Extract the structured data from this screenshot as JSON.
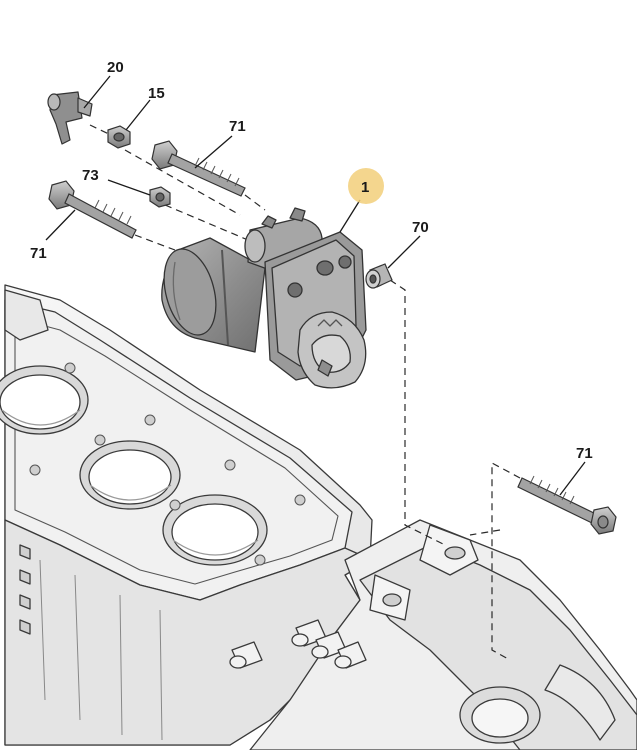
{
  "callouts": {
    "c20": "20",
    "c15": "15",
    "c71_top": "71",
    "c73": "73",
    "c1": "1",
    "c70": "70",
    "c71_left": "71",
    "c71_right": "71"
  },
  "colors": {
    "line": "#2a2a2a",
    "part_dark": "#8c8c8c",
    "part_mid": "#a9a9a9",
    "part_light": "#c9c9c9",
    "block_fill": "#f3f3f3",
    "block_shade": "#dedede",
    "highlight_badge": "#f2cf7a"
  }
}
